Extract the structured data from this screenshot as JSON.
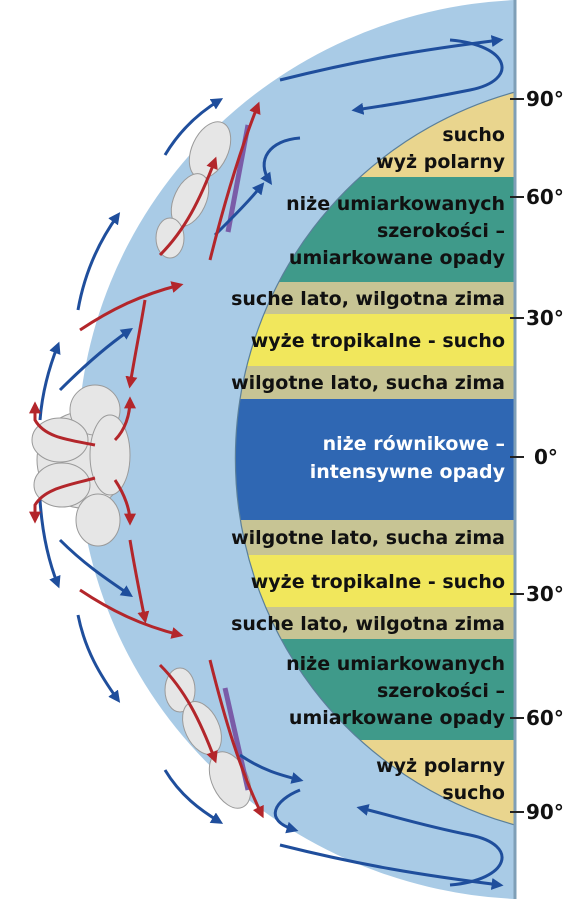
{
  "zones": {
    "polar_north": {
      "line1": "sucho",
      "line2": "wyż polarny",
      "color": "#e9d58e"
    },
    "temperate_north": {
      "line1": "niże umiarkowanych",
      "line2": "szerokości –",
      "line3": "umiarkowane opady",
      "color": "#3f9a8a"
    },
    "med_north": {
      "text": "suche lato, wilgotna zima",
      "color": "#c7c494"
    },
    "tropical_north": {
      "text": "wyże tropikalne - sucho",
      "color": "#f1e75c"
    },
    "savanna_north": {
      "text": "wilgotne lato, sucha zima",
      "color": "#c7c494"
    },
    "equatorial": {
      "line1": "niże równikowe –",
      "line2": "intensywne opady",
      "color": "#2f67b3"
    },
    "savanna_south": {
      "text": "wilgotne lato, sucha zima",
      "color": "#c7c494"
    },
    "tropical_south": {
      "text": "wyże tropikalne - sucho",
      "color": "#f1e75c"
    },
    "med_south": {
      "text": "suche lato, wilgotna zima",
      "color": "#c7c494"
    },
    "temperate_south": {
      "line1": "niże umiarkowanych",
      "line2": "szerokości –",
      "line3": "umiarkowane opady",
      "color": "#3f9a8a"
    },
    "polar_south": {
      "line1": "wyż polarny",
      "line2": "sucho",
      "color": "#e9d58e"
    }
  },
  "latitudes": {
    "n90": "90°",
    "n60": "60°",
    "n30": "30°",
    "eq": "0°",
    "s30": "30°",
    "s60": "60°",
    "s90": "90°"
  },
  "colors": {
    "atmosphere": "#a9cbe6",
    "cold_arrow": "#1f4e9c",
    "warm_arrow": "#b3262b",
    "front": "#7a5ca8",
    "cloud": "#e6e6e6"
  }
}
